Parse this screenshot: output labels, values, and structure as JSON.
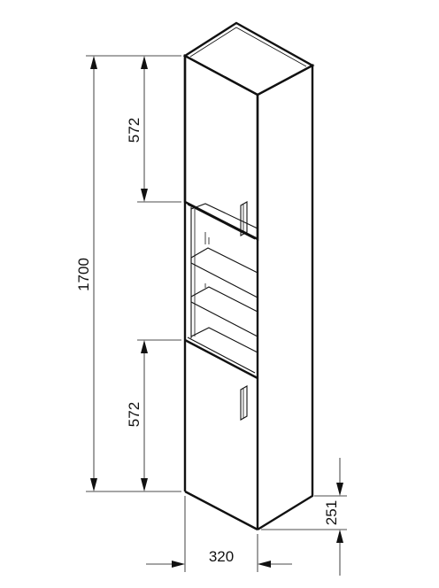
{
  "dimensions": {
    "upper_door_height": "572",
    "total_height": "1700",
    "lower_door_height": "572",
    "plinth_height": "251",
    "width": "320"
  },
  "colors": {
    "ink": "#111111",
    "background": "#ffffff"
  }
}
